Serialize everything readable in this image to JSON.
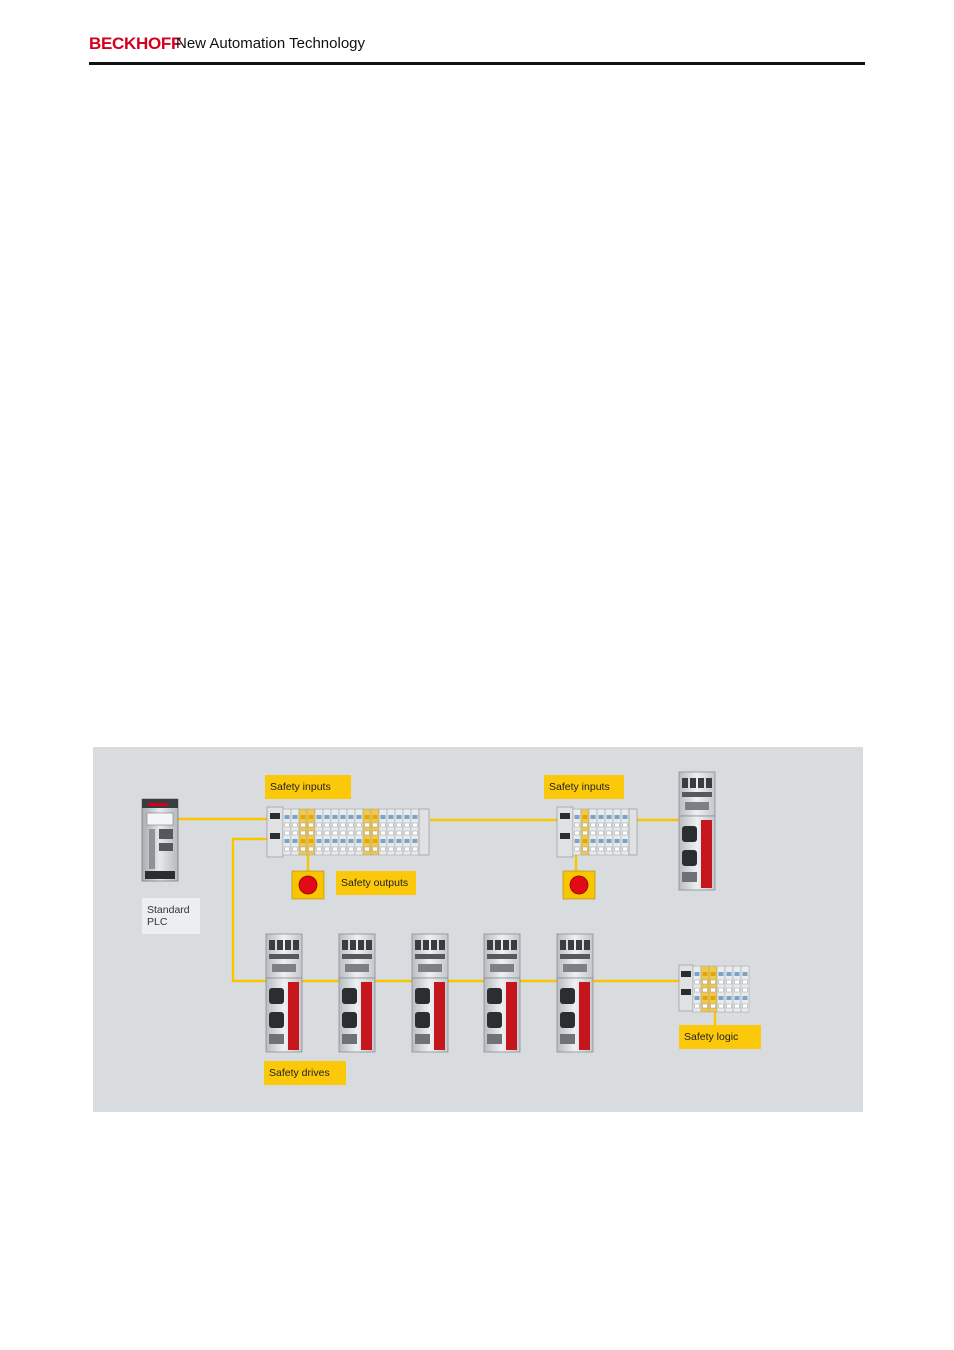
{
  "header": {
    "brand": "BECKHOFF",
    "tagline": "New Automation Technology",
    "brand_color": "#d2001e"
  },
  "diagram": {
    "background": "#d9dcdf",
    "bus_color": "#f7c600",
    "labels": {
      "safety_inputs_1": "Safety inputs",
      "safety_outputs": "Safety outputs",
      "safety_inputs_2": "Safety inputs",
      "standard_plc": "Standard\nPLC",
      "safety_drives": "Safety drives",
      "safety_logic": "Safety logic"
    }
  }
}
